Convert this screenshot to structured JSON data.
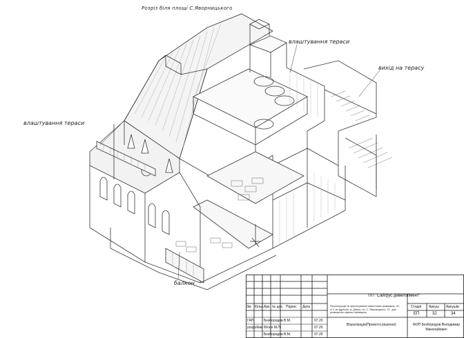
{
  "sheet_title": "Розріз біля площі С.Яворницького",
  "labels": {
    "terrace_top": "влаштування тераси",
    "terrace_left": "влаштування тераси",
    "exit": "вихід на терасу",
    "balcony": "балкон"
  },
  "stamp": {
    "company": "ПП \"Сайгрус девелопмент\"",
    "description": "Реконструкція та пристосування нежитлових приміщень, літ. А-3, за адресою: м. Дніпро, пл. С. Яворницького, 13 - для розміщення офісних приміщень",
    "sheet_name": "Візуалізація(Проектні рішення)",
    "author_org": "ФОП Безбородов Володимир Миколайович",
    "stage_header": "Стадія",
    "sheet_header": "Аркуш",
    "sheets_header": "Аркушів",
    "stage_value": "ЕП",
    "sheet_value": "32",
    "sheets_value": "34",
    "col_headers": [
      "Зм.",
      "Кільк.",
      "Арк.",
      "№ док.",
      "Підпис",
      "Дата"
    ],
    "rows": [
      {
        "role": "ГАП",
        "name": "Безбородов В.М.",
        "date": "07.20"
      },
      {
        "role": "розробив",
        "name": "Філон М.П.",
        "date": "07.20"
      },
      {
        "role": "",
        "name": "Безбородов В.М.",
        "date": "07.20"
      }
    ]
  }
}
